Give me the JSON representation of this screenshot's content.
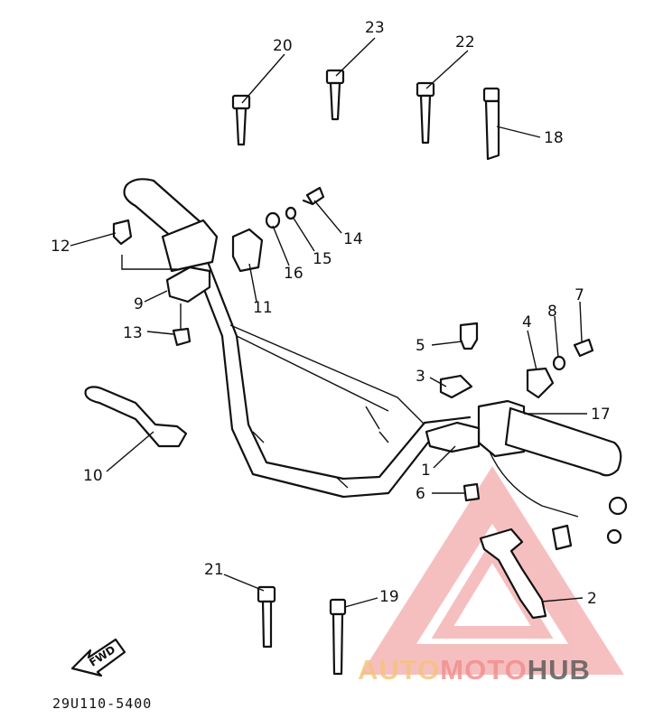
{
  "callouts": {
    "p1": "1",
    "p2": "2",
    "p3": "3",
    "p4": "4",
    "p5": "5",
    "p6": "6",
    "p7": "7",
    "p8": "8",
    "p9": "9",
    "p10": "10",
    "p11": "11",
    "p12": "12",
    "p13": "13",
    "p14": "14",
    "p15": "15",
    "p16": "16",
    "p17": "17",
    "p18": "18",
    "p19": "19",
    "p20": "20",
    "p21": "21",
    "p22": "22",
    "p23": "23"
  },
  "fwd_label": "FWD",
  "reference_code": "29U110-5400",
  "watermark": {
    "part1": "AUTO",
    "part2": "MOTO",
    "part3": "HUB",
    "color_primary": "#f08c8c",
    "color_secondary": "#f5c27a",
    "color_dark": "#555555"
  }
}
